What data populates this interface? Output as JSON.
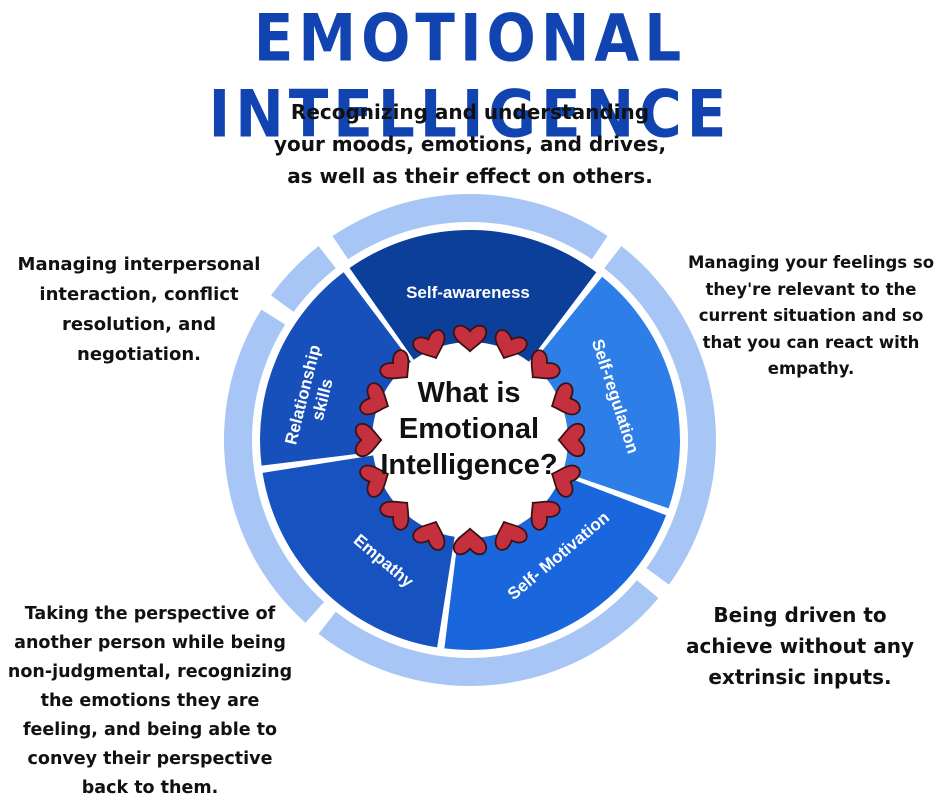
{
  "title": "EMOTIONAL INTELLIGENCE",
  "center": {
    "lines": [
      "What is",
      "Emotional",
      "Intelligence?"
    ]
  },
  "segments": [
    {
      "label": "Self-awareness",
      "color": "#0c3f9a"
    },
    {
      "label": "Self-regulation",
      "color": "#2e7ee8"
    },
    {
      "label": "Self- Motivation",
      "color": "#1a66dd"
    },
    {
      "label": "Empathy",
      "color": "#1653c0"
    },
    {
      "label": "Relationship skills",
      "label_lines": [
        "Relationship",
        "skills"
      ],
      "color": "#1850bb"
    }
  ],
  "descriptions": {
    "top": [
      "Recognizing and understanding",
      "your moods, emotions, and drives,",
      "as well as their effect on others."
    ],
    "right": [
      "Managing your feelings so",
      "they're relevant to the",
      "current situation and so",
      "that you can react with",
      "empathy."
    ],
    "bottom_right": [
      "Being driven to",
      "achieve without any",
      "extrinsic inputs."
    ],
    "bottom_left": [
      "Taking the perspective of",
      "another person while being",
      "non-judgmental, recognizing",
      "the emotions they are",
      "feeling, and being able to",
      "convey their perspective",
      "back to them."
    ],
    "left": [
      "Managing interpersonal",
      "interaction, conflict",
      "resolution, and",
      "negotiation."
    ]
  },
  "colors": {
    "title": "#1144b0",
    "outer_ring": "#a8c6f5",
    "heart": "#c4303d",
    "heart_edge": "#3a1010"
  }
}
